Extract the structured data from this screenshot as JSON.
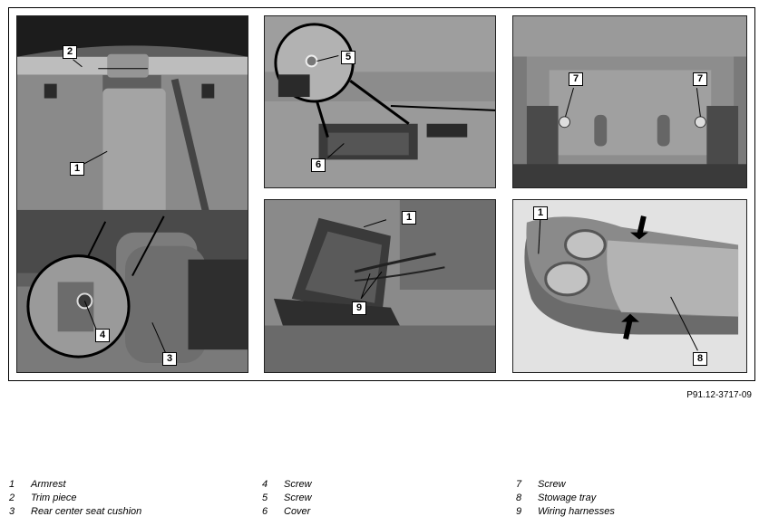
{
  "figure_id": "P91.12-3717-09",
  "callouts": {
    "p1": [
      "2",
      "1",
      "4",
      "3"
    ],
    "p2": [
      "5",
      "6"
    ],
    "p3": [
      "7",
      "7"
    ],
    "p4": [
      "1",
      "9"
    ],
    "p5": [
      "1",
      "8"
    ]
  },
  "legend": [
    [
      {
        "num": "1",
        "text": "Armrest"
      },
      {
        "num": "2",
        "text": "Trim piece"
      },
      {
        "num": "3",
        "text": "Rear center seat cushion"
      }
    ],
    [
      {
        "num": "4",
        "text": "Screw"
      },
      {
        "num": "5",
        "text": "Screw"
      },
      {
        "num": "6",
        "text": "Cover"
      }
    ],
    [
      {
        "num": "7",
        "text": "Screw"
      },
      {
        "num": "8",
        "text": "Stowage tray"
      },
      {
        "num": "9",
        "text": "Wiring harnesses"
      }
    ]
  ]
}
